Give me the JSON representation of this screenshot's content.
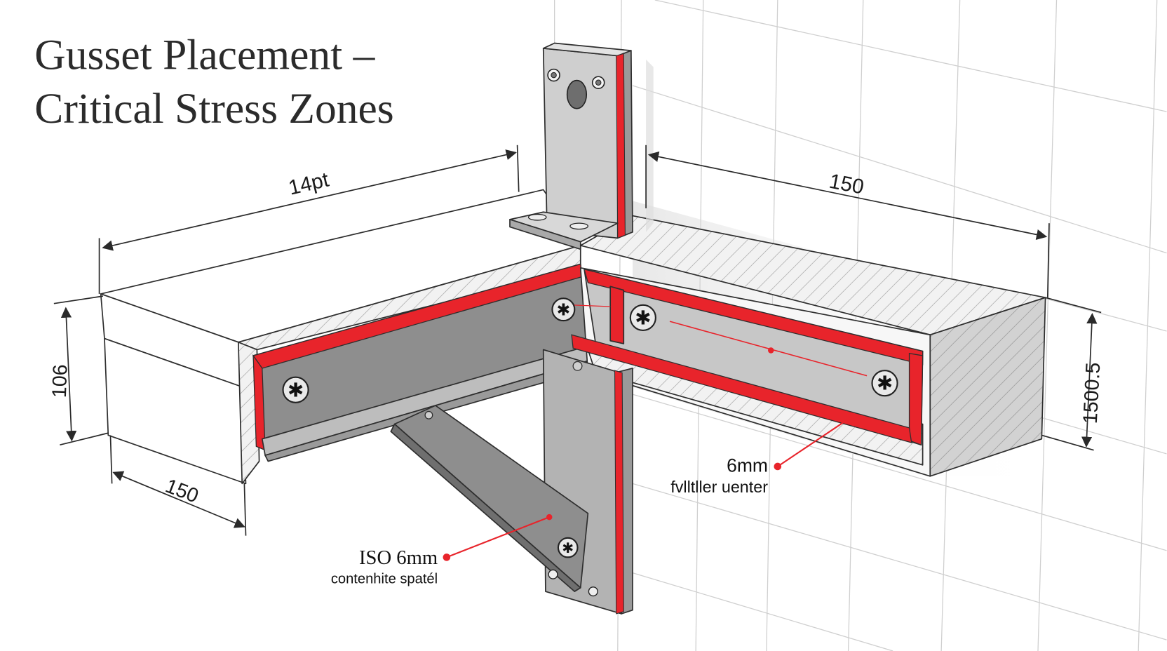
{
  "title": {
    "line1": "Gusset Placement –",
    "line2": "Critical Stress Zones"
  },
  "dimensions": {
    "top_left": "14pt",
    "top_right": "150",
    "left_vertical": "106",
    "right_vertical": "1500.5",
    "bottom_left": "150"
  },
  "callouts": {
    "right": {
      "label": "6mm",
      "sublabel": "fvlltller uenter"
    },
    "bottom": {
      "label": "ISO 6mm",
      "sublabel": "contenhite spatél"
    }
  },
  "icons": {
    "screw": "phillips-screw-head",
    "bolt_hole": "bolt-hole"
  },
  "colors": {
    "stress_highlight": "#e8242b",
    "steel_light": "#d4d4d4",
    "steel_mid": "#a9a9a9",
    "steel_dark": "#8a8a8a",
    "grid": "#cfcfcf",
    "outline": "#2e2e2e"
  }
}
